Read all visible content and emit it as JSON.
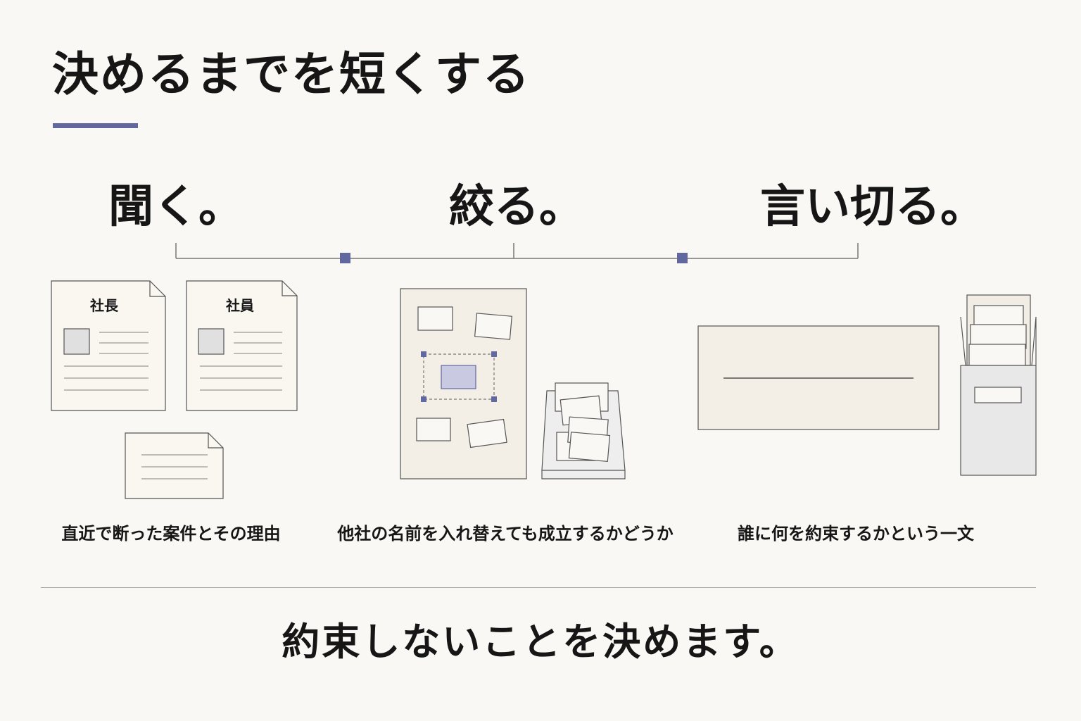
{
  "title": "決めるまでを短くする",
  "steps": [
    {
      "heading": "聞く。",
      "caption": "直近で断った案件とその理由",
      "documents": [
        "社長",
        "社員"
      ]
    },
    {
      "heading": "絞る。",
      "caption": "他社の名前を入れ替えても成立するかどうか"
    },
    {
      "heading": "言い切る。",
      "caption": "誰に何を約束するかという一文"
    }
  ],
  "conclusion": "約束しないことを決めます。",
  "colors": {
    "accent": "#6168a0",
    "background": "#faf8f4",
    "text": "#161616",
    "line": "#8f8f8f"
  }
}
